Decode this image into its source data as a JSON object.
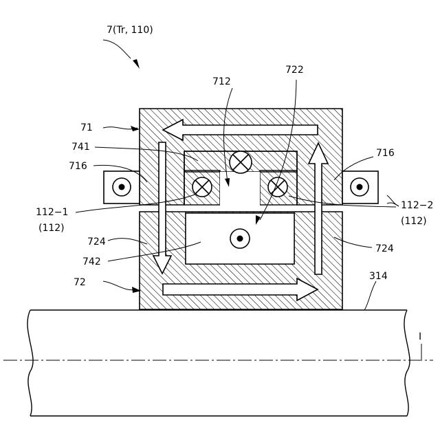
{
  "labels": {
    "device": "7(Tr, 110)",
    "core_upper": "71",
    "core_lower": "72",
    "gap_upper": "712",
    "gap_lower": "722",
    "coil_upper": "741",
    "coil_lower": "742",
    "leg_left_upper": "716",
    "leg_right_upper": "716",
    "leg_left_lower": "724",
    "leg_right_lower": "724",
    "conductor_left": "112−1",
    "conductor_left_group": "(112)",
    "conductor_right": "112−2",
    "conductor_right_group": "(112)",
    "shaft": "314",
    "axis": "I"
  },
  "colors": {
    "line": "#000000",
    "hatch": "#000000",
    "background": "#ffffff"
  }
}
